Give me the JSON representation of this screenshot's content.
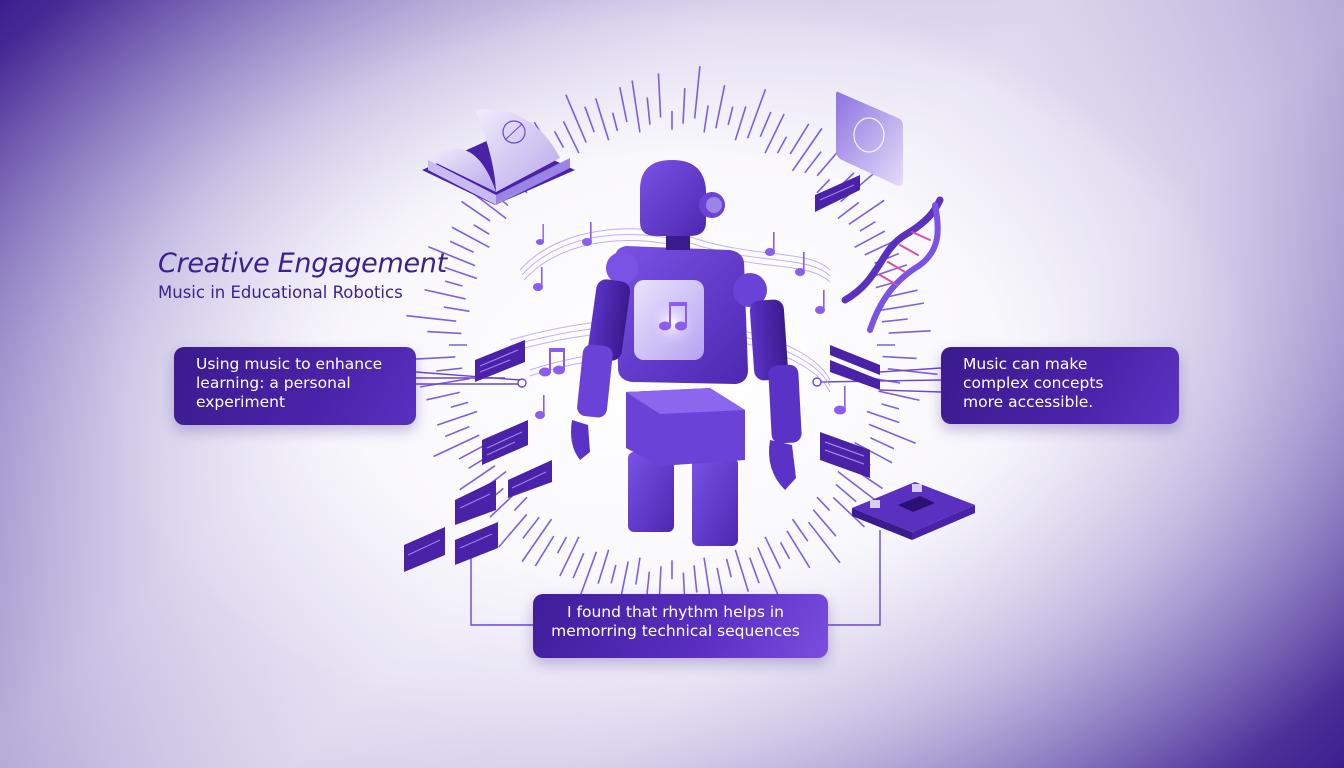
{
  "header": {
    "title": "Creative Engagement",
    "subtitle": "Music in Educational Robotics"
  },
  "callouts": [
    {
      "position": "left",
      "lines": [
        "Using music to enhance",
        "learning: a personal",
        "experiment"
      ]
    },
    {
      "position": "right",
      "lines": [
        "Music can make",
        "complex concepts",
        "more accessible."
      ]
    },
    {
      "position": "bottom",
      "lines": [
        "I found that rhythm helps in",
        "memorring technical sequences"
      ]
    }
  ],
  "illustration": {
    "central_figure": "robot-with-music-note-chest-screen",
    "icons": [
      "open-book-brain-icon",
      "brain-card-icon",
      "dna-helix-icon",
      "microchip-icon",
      "music-notes-icon",
      "text-card-icon"
    ]
  },
  "colors": {
    "primary": "#4a22a8",
    "dark": "#3a1b8e",
    "accent": "#8c6ff0",
    "light": "#d6ccf5",
    "background": "#f6f5fb"
  }
}
